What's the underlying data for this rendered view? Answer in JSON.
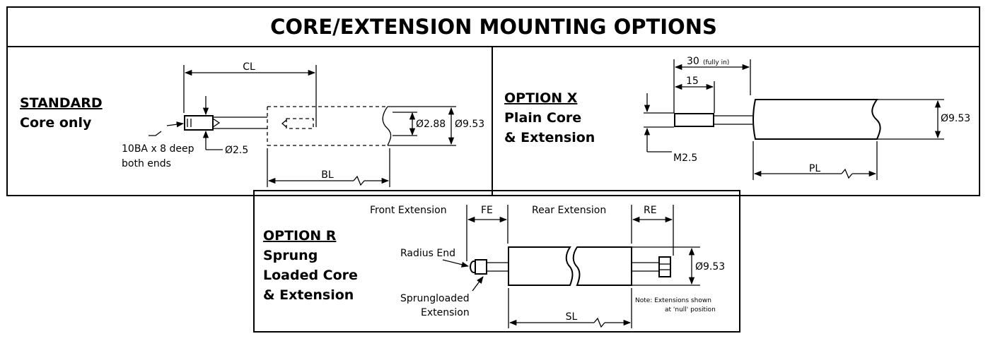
{
  "title": "CORE/EXTENSION MOUNTING OPTIONS",
  "standard": {
    "heading": "STANDARD",
    "subheading": "Core only",
    "cl_label": "CL",
    "bl_label": "BL",
    "thread_line1": "10BA x 8 deep",
    "thread_line2": "both ends",
    "dia_small": "Ø2.5",
    "dia_inner": "Ø2.88",
    "dia_outer": "Ø9.53"
  },
  "option_x": {
    "heading": "OPTION X",
    "line1": "Plain Core",
    "line2": "& Extension",
    "dim_30": "30",
    "dim_30_note": "(fully in)",
    "dim_15": "15",
    "thread": "M2.5",
    "dia_outer": "Ø9.53",
    "pl_label": "PL"
  },
  "option_r": {
    "heading": "OPTION R",
    "line1": "Sprung",
    "line2": "Loaded Core",
    "line3": "& Extension",
    "front_ext": "Front Extension",
    "fe_label": "FE",
    "rear_ext": "Rear Extension",
    "re_label": "RE",
    "radius_end": "Radius End",
    "sprung_line1": "Sprungloaded",
    "sprung_line2": "Extension",
    "sl_label": "SL",
    "dia_outer": "Ø9.53",
    "note_line1": "Note:  Extensions shown",
    "note_line2": "at 'null' position"
  }
}
